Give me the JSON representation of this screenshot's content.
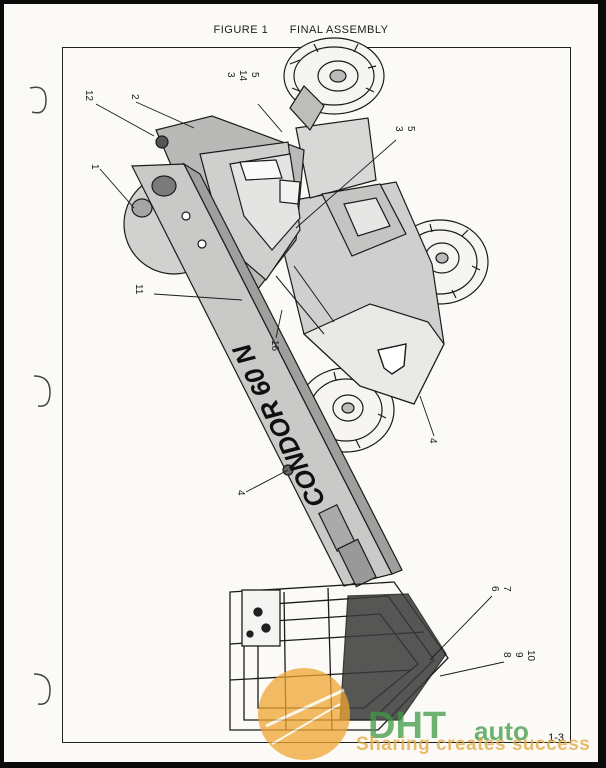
{
  "figure": {
    "label": "FIGURE 1",
    "title": "FINAL ASSEMBLY"
  },
  "brand_on_boom": "CONDOR 60 N",
  "callouts": {
    "c1": "1",
    "c2": "2",
    "c3a": "3",
    "c14": "14",
    "c5a": "5",
    "c3b": "3",
    "c5b": "5",
    "c4a": "4",
    "c4b": "4",
    "c11": "11",
    "c12": "12",
    "c16": "16",
    "c6": "6",
    "c7": "7",
    "c8": "8",
    "c9": "9",
    "c10": "10"
  },
  "page_number": "1-3",
  "watermark": {
    "logo_text": "DHT",
    "word": "auto",
    "tagline": "Sharing creates success",
    "colors": {
      "orange": "#f0a531",
      "green": "#3e9b44"
    }
  }
}
